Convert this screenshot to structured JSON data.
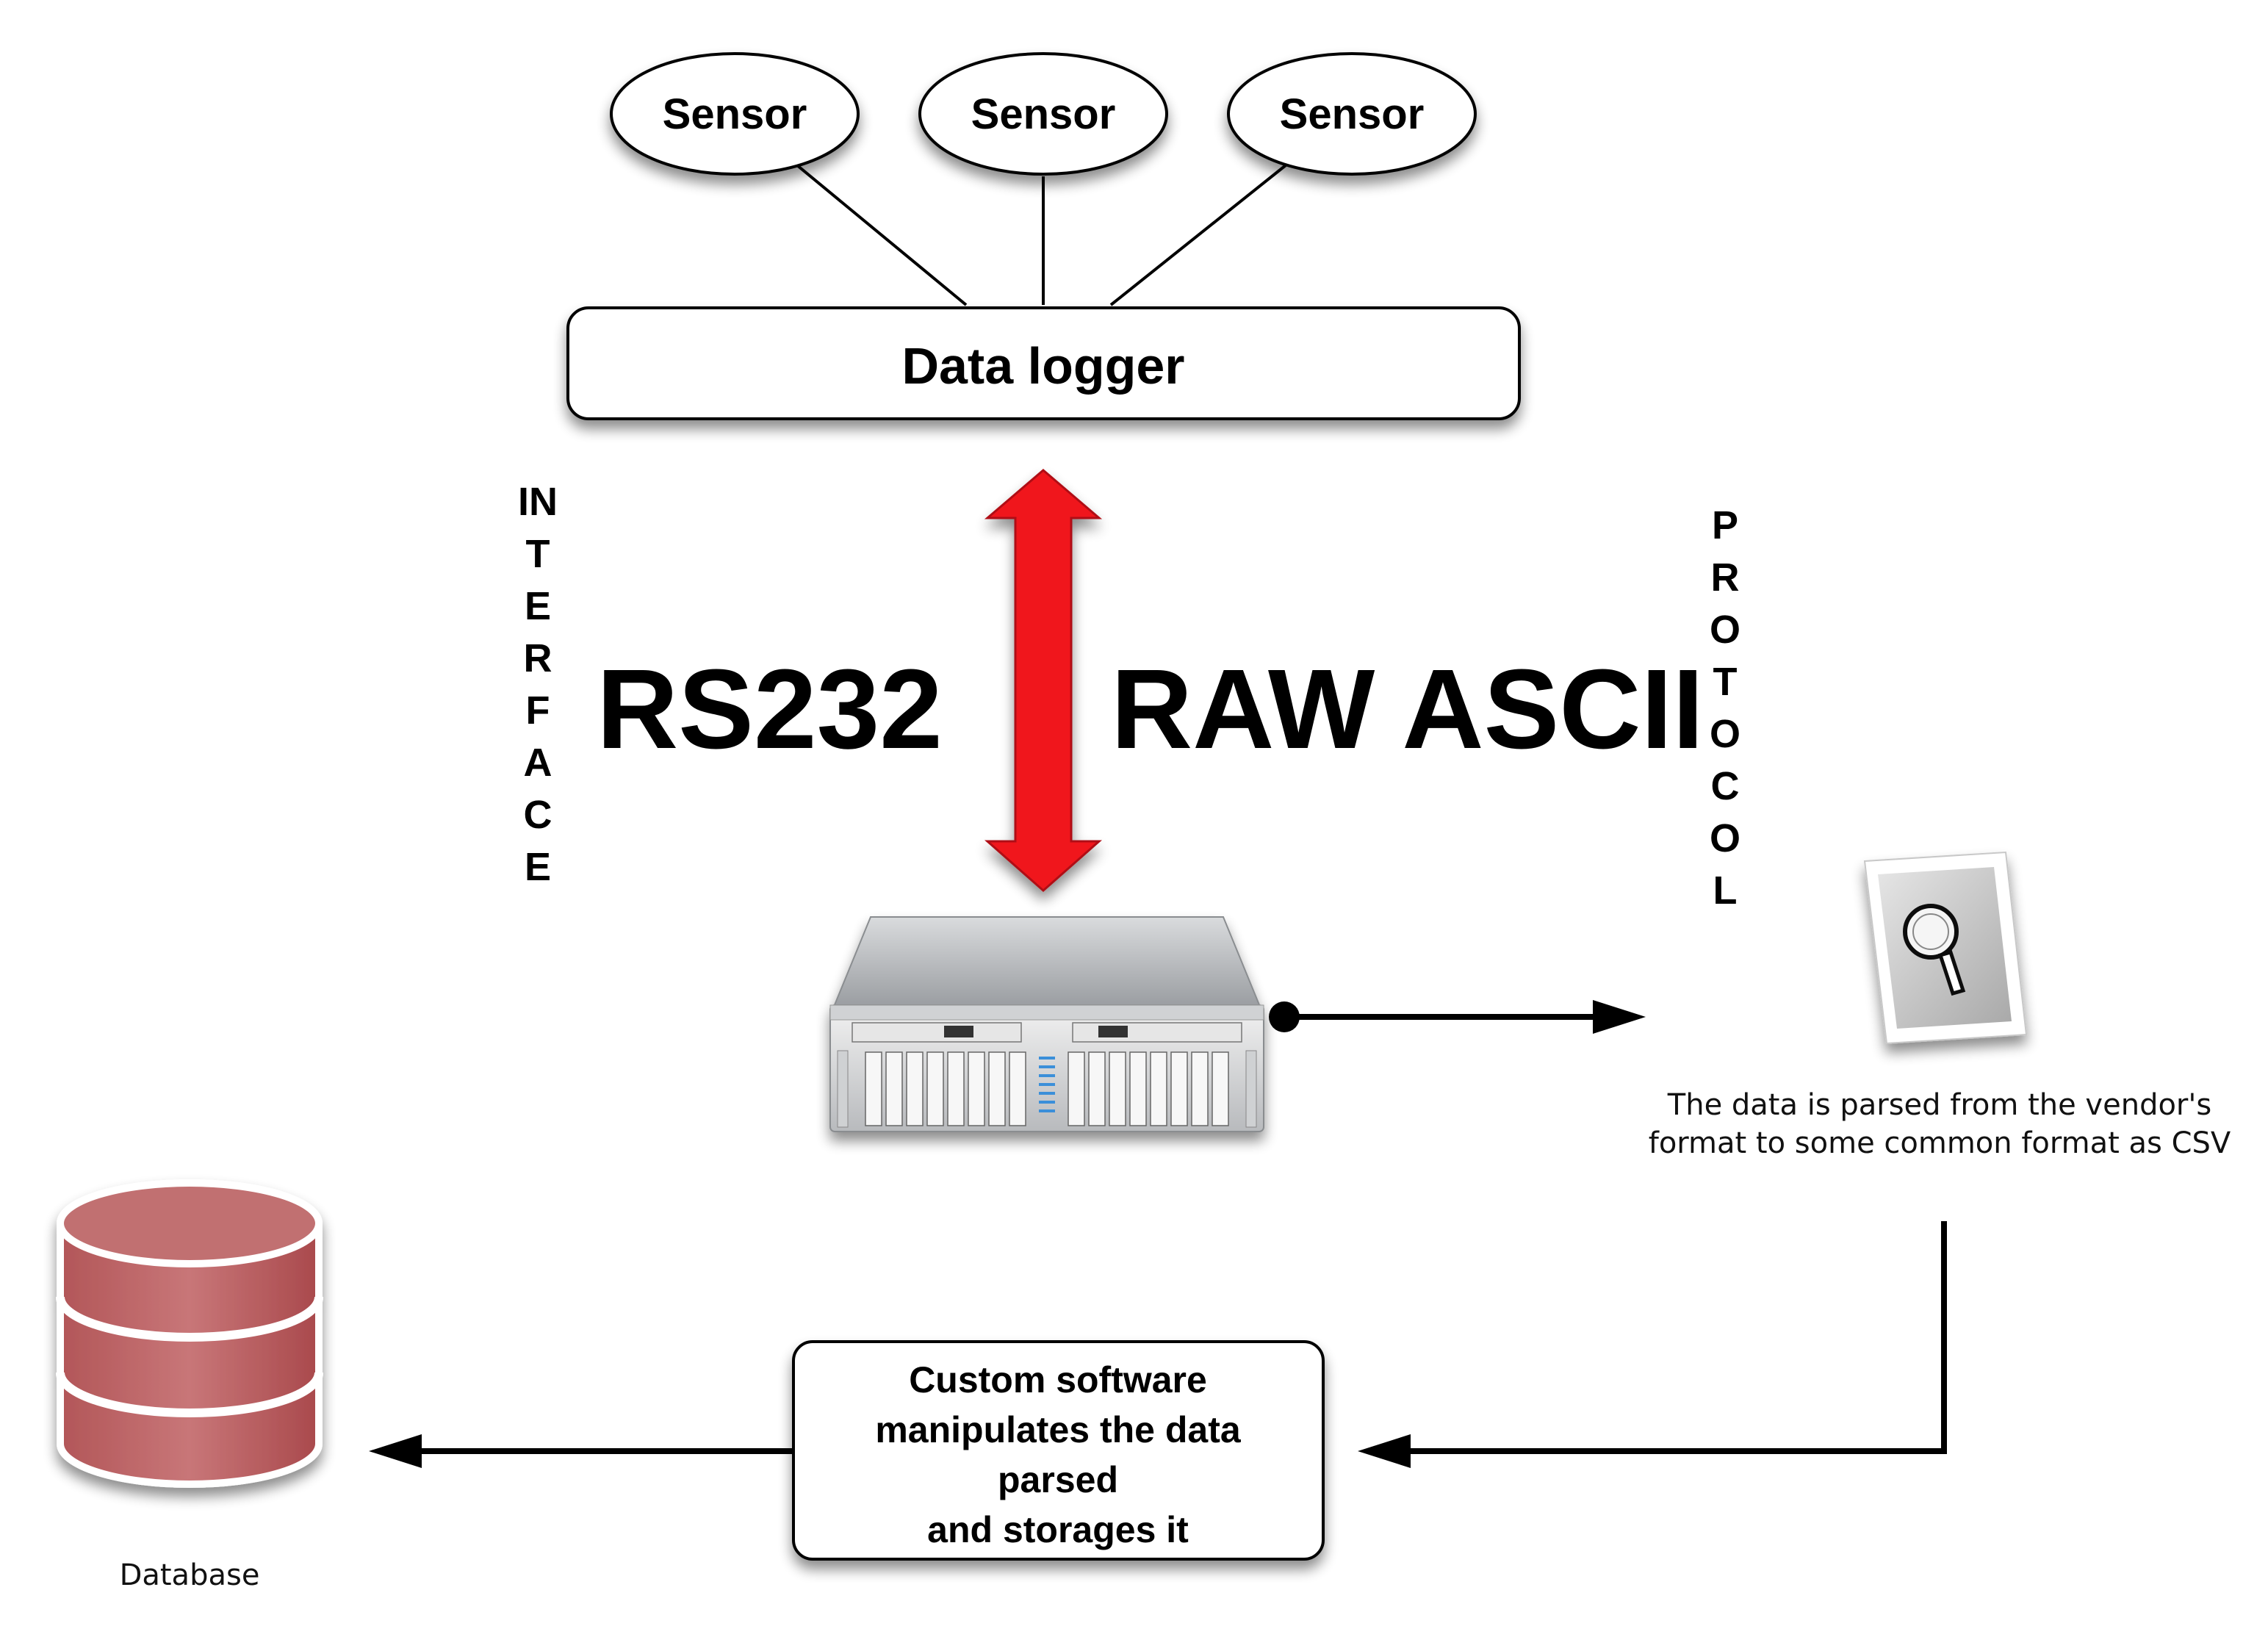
{
  "diagram": {
    "sensors": [
      {
        "label": "Sensor"
      },
      {
        "label": "Sensor"
      },
      {
        "label": "Sensor"
      }
    ],
    "data_logger_label": "Data logger",
    "interface_vertical_label": "INTERFACE",
    "interface_name": "RS232",
    "protocol_name": "RAW ASCII",
    "protocol_vertical_label": "PROTOCOL",
    "parser_caption_line1": "The data is parsed from the vendor's",
    "parser_caption_line2": "format to some common format as CSV",
    "software_box_lines": [
      "Custom software",
      "manipulates the data",
      "parsed",
      "and storages it"
    ],
    "database_label": "Database",
    "icons": {
      "server": "server-icon",
      "document": "magnifier-document-icon",
      "database": "database-icon"
    },
    "colors": {
      "rs232_arrow": "#f0191c",
      "database": "#c06a6c",
      "line": "#000000"
    }
  }
}
